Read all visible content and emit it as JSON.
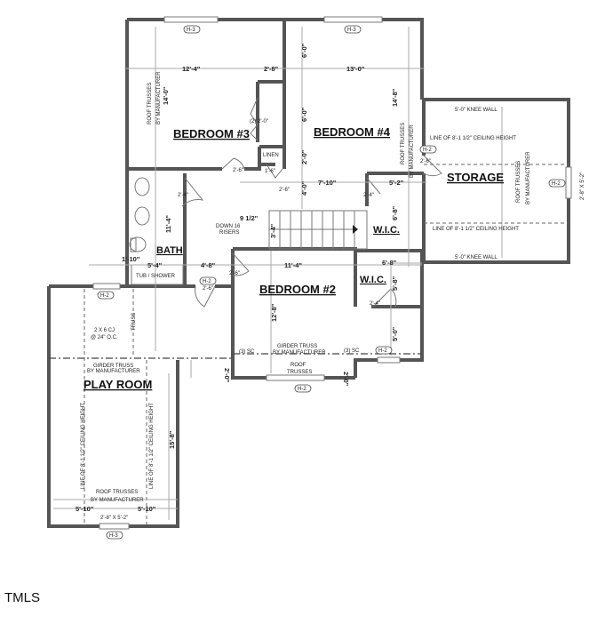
{
  "rooms": {
    "bedroom3": "BEDROOM #3",
    "bedroom4": "BEDROOM #4",
    "bedroom2": "BEDROOM #2",
    "storage": "STORAGE",
    "bath": "BATH",
    "wic1": "W.I.C.",
    "wic2": "W.I.C.",
    "playroom": "PLAY ROOM",
    "linen": "LINEN"
  },
  "notes": {
    "roof_trusses": "ROOF TRUSSES",
    "by_manufacturer": "BY MANUFACTURER",
    "knee_wall": "5'-0\" KNEE WALL",
    "ceiling_line": "LINE OF 8'-1 1/2\" CEILING HEIGHT",
    "down_risers_1": "DOWN 16",
    "down_risers_2": "RISERS",
    "tub_shower": "TUB / SHOWER",
    "closet_doors": "(2) 2'-0\"",
    "girder_truss": "GIRDER TRUSS",
    "sc": "(3) SC",
    "roof": "ROOF",
    "trusses": "TRUSSES",
    "truss": "TRUSS",
    "cj_1": "2 X 6 CJ",
    "cj_2": "@ 24\" O.C.",
    "storage_window": "2'-8\" X 5'-2\"",
    "playroom_window": "2'-8\" X 5'-2\""
  },
  "window_tags": {
    "h3": "H-3",
    "h2": "H-2"
  },
  "dimensions": {
    "br3_width": "12'-4\"",
    "closet_width": "2'-8\"",
    "br4_width": "13'-0\"",
    "br3_depth": "14'-0\"",
    "br4_depth": "14'-8\"",
    "six_a": "6'-0\"",
    "six_b": "6'-0\"",
    "two_a": "2'-0\"",
    "four_a": "4'-0\"",
    "hall_width": "7'-10\"",
    "wic_width": "5'-2\"",
    "wic_depth": "6'-8\"",
    "stair_tread": "9 1/2\"",
    "stair_width": "3'-4\"",
    "bath_depth": "11'-4\"",
    "bath_width": "5'-4\"",
    "bath_wall": "1'-10\"",
    "hall2": "4'-8\"",
    "br2_width": "11'-4\"",
    "br2_depth": "12'-8\"",
    "wic2_width": "6'-8\"",
    "wic2_depth": "5'-8\"",
    "five_a": "5'-0\"",
    "two_b": "2'-0\"",
    "two_c": "2'-0\"",
    "play_depth": "15'-8\"",
    "play_half": "5'-10\"",
    "door_26": "2'-6\"",
    "door_24": "2'-4\"",
    "door_16": "1'-6\""
  },
  "footer": {
    "logo_text": "TMLS"
  }
}
